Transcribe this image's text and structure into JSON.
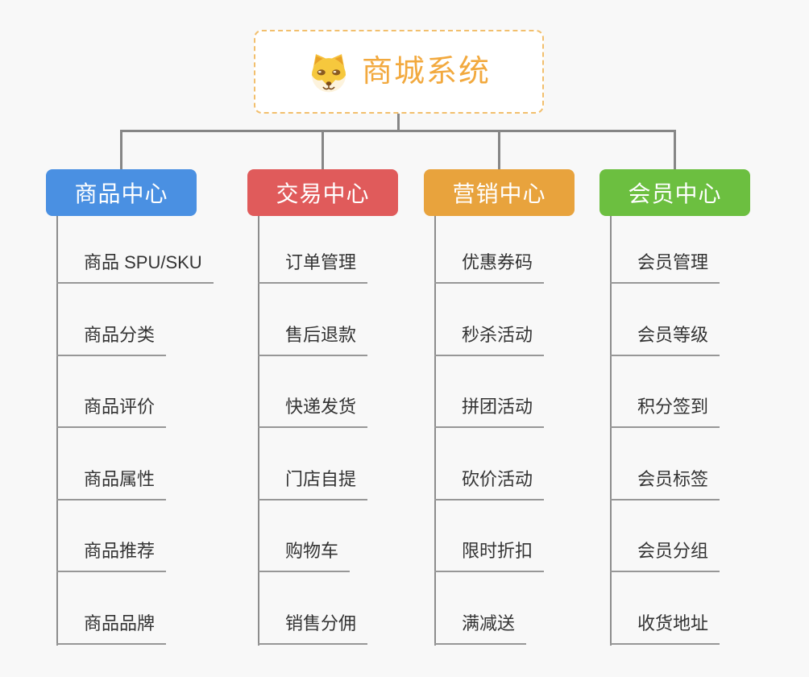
{
  "root": {
    "title": "商城系统",
    "title_color": "#f2a93e",
    "border_color": "#f2bf6d",
    "icon": "shiba-dog-icon"
  },
  "connector_color": "#868686",
  "branches": [
    {
      "label": "商品中心",
      "color": "#4a90e2",
      "items": [
        "商品 SPU/SKU",
        "商品分类",
        "商品评价",
        "商品属性",
        "商品推荐",
        "商品品牌"
      ]
    },
    {
      "label": "交易中心",
      "color": "#e05b5b",
      "items": [
        "订单管理",
        "售后退款",
        "快递发货",
        "门店自提",
        "购物车",
        "销售分佣"
      ]
    },
    {
      "label": "营销中心",
      "color": "#e8a33d",
      "items": [
        "优惠券码",
        "秒杀活动",
        "拼团活动",
        "砍价活动",
        "限时折扣",
        "满减送"
      ]
    },
    {
      "label": "会员中心",
      "color": "#6cbf40",
      "items": [
        "会员管理",
        "会员等级",
        "积分签到",
        "会员标签",
        "会员分组",
        "收货地址"
      ]
    }
  ]
}
